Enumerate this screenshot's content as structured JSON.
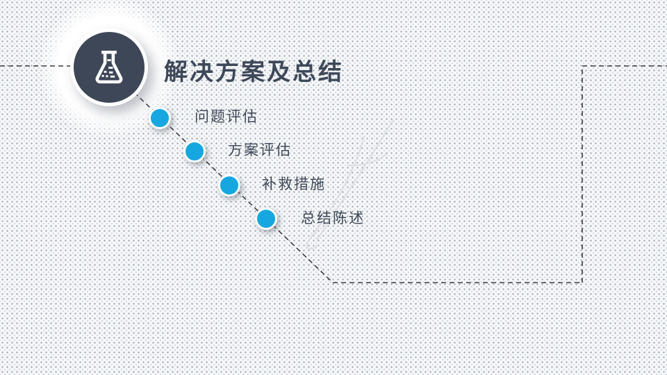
{
  "slide": {
    "title": "解决方案及总结",
    "items": [
      {
        "label": "问题评估"
      },
      {
        "label": "方案评估"
      },
      {
        "label": "补救措施"
      },
      {
        "label": "总结陈述"
      }
    ],
    "icon": "flask-icon",
    "colors": {
      "accent_dot": "#17a7e0",
      "badge_circle": "#3e4757",
      "title_text": "#3d4859",
      "label_text": "#3e4a5a",
      "dashed_line": "#3a3a3a",
      "background": "#f5f6f8"
    }
  }
}
